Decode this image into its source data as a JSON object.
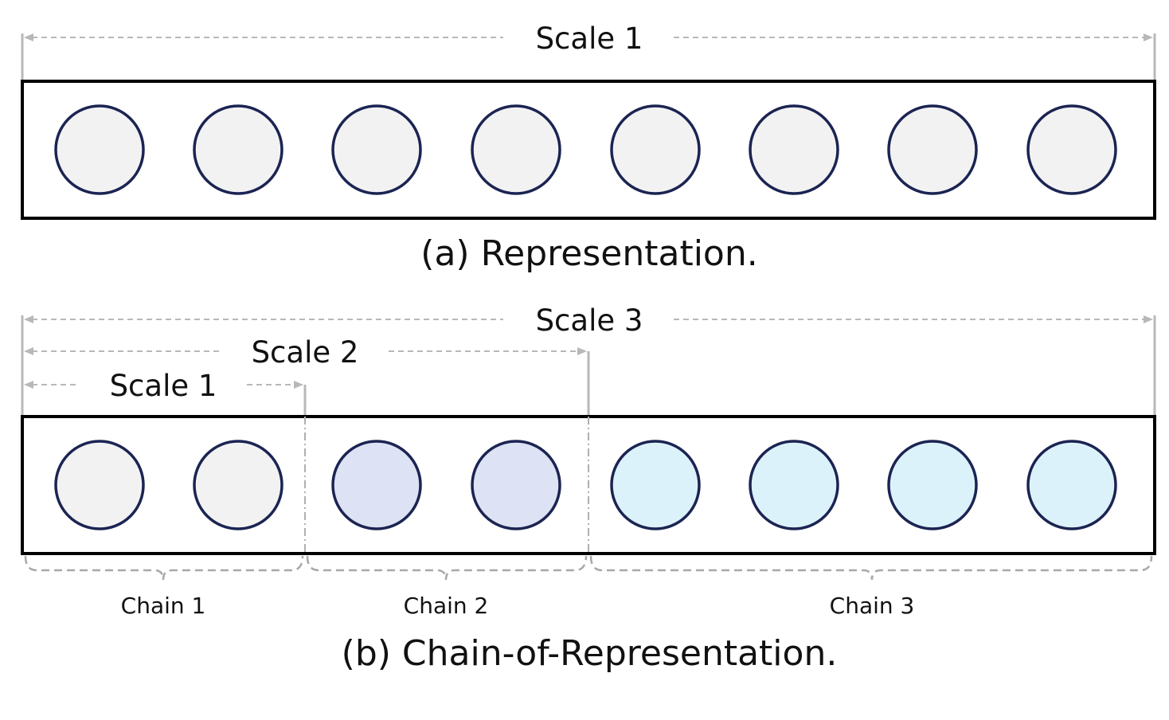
{
  "panel_a": {
    "scale_label": "Scale 1",
    "caption": "(a) Representation.",
    "node_colors": [
      "#f2f2f2",
      "#f2f2f2",
      "#f2f2f2",
      "#f2f2f2",
      "#f2f2f2",
      "#f2f2f2",
      "#f2f2f2",
      "#f2f2f2"
    ]
  },
  "panel_b": {
    "scale_labels": [
      "Scale 3",
      "Scale 2",
      "Scale 1"
    ],
    "chain_labels": [
      "Chain 1",
      "Chain 2",
      "Chain 3"
    ],
    "caption": "(b) Chain-of-Representation.",
    "node_colors": [
      "#f2f2f2",
      "#f2f2f2",
      "#dde2f4",
      "#dde2f4",
      "#dcf2fb",
      "#dcf2fb",
      "#dcf2fb",
      "#dcf2fb"
    ]
  },
  "colors": {
    "node_outline": "#1b2452",
    "box_outline": "#000000",
    "guide_line": "#b8b8b8"
  }
}
